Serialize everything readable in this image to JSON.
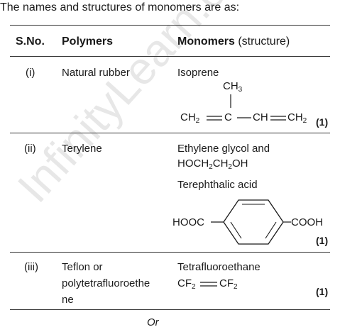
{
  "intro": "The names and structures of monomers are as:",
  "watermark": "InfinityLearn.com",
  "table": {
    "headers": {
      "sno": "S.No.",
      "polymer": "Polymers",
      "monomer_bold": "Monomers",
      "monomer_rest": " (structure)"
    },
    "rows": [
      {
        "sno": "(i)",
        "polymer": "Natural rubber",
        "monomer_name": "Isoprene",
        "structure": {
          "ch3": "CH3",
          "ch2_left": "CH2",
          "c": "C",
          "ch": "CH",
          "ch2_right": "CH2"
        },
        "marks": "(1)"
      },
      {
        "sno": "(ii)",
        "polymer": "Terylene",
        "monomer_line1": "Ethylene glycol and",
        "monomer_line2": "HOCH2CH2OH",
        "monomer_line3": "Terephthalic acid",
        "structure": {
          "left_group": "HOOC",
          "right_group": "COOH"
        },
        "marks": "(1)"
      },
      {
        "sno": "(iii)",
        "polymer_line1": "Teflon or",
        "polymer_line2": "polytetrafluoroethe",
        "polymer_line3": "ne",
        "monomer_name": "Tetrafluoroethane",
        "formula_left": "CF2",
        "formula_right": "CF2",
        "marks": "(1)"
      }
    ]
  },
  "footer": "Or"
}
